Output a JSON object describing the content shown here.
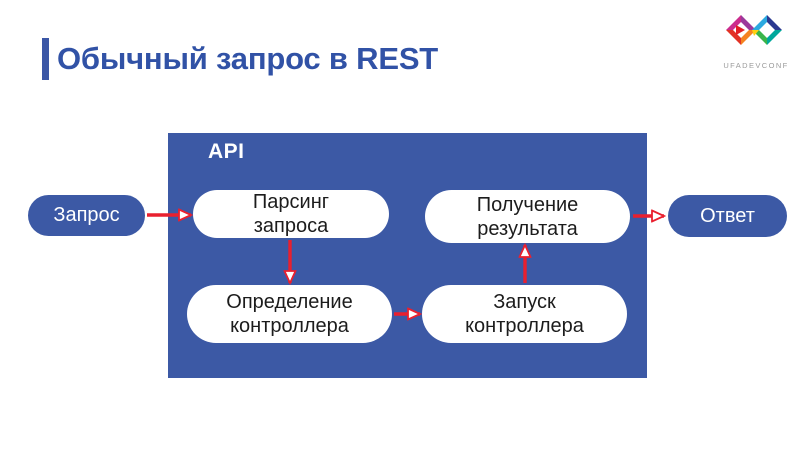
{
  "title": "Обычный запрос в REST",
  "logo": {
    "caption": "UFADEVCONF"
  },
  "diagram": {
    "api_label": "API",
    "input_label": "Запрос",
    "output_label": "Ответ",
    "nodes": {
      "parse": {
        "line1": "Парсинг",
        "line2": "запроса"
      },
      "result": {
        "line1": "Получение",
        "line2": "результата"
      },
      "controller": {
        "line1": "Определение",
        "line2": "контроллера"
      },
      "run": {
        "line1": "Запуск",
        "line2": "контроллера"
      }
    },
    "arrows": [
      "request-to-parse",
      "parse-to-controller",
      "controller-to-run",
      "run-to-result",
      "result-to-response"
    ]
  },
  "colors": {
    "primary_blue": "#3c59a5",
    "title_blue": "#3152a6",
    "arrow_red": "#e9202f",
    "logo_gray": "#9b9b9b"
  }
}
